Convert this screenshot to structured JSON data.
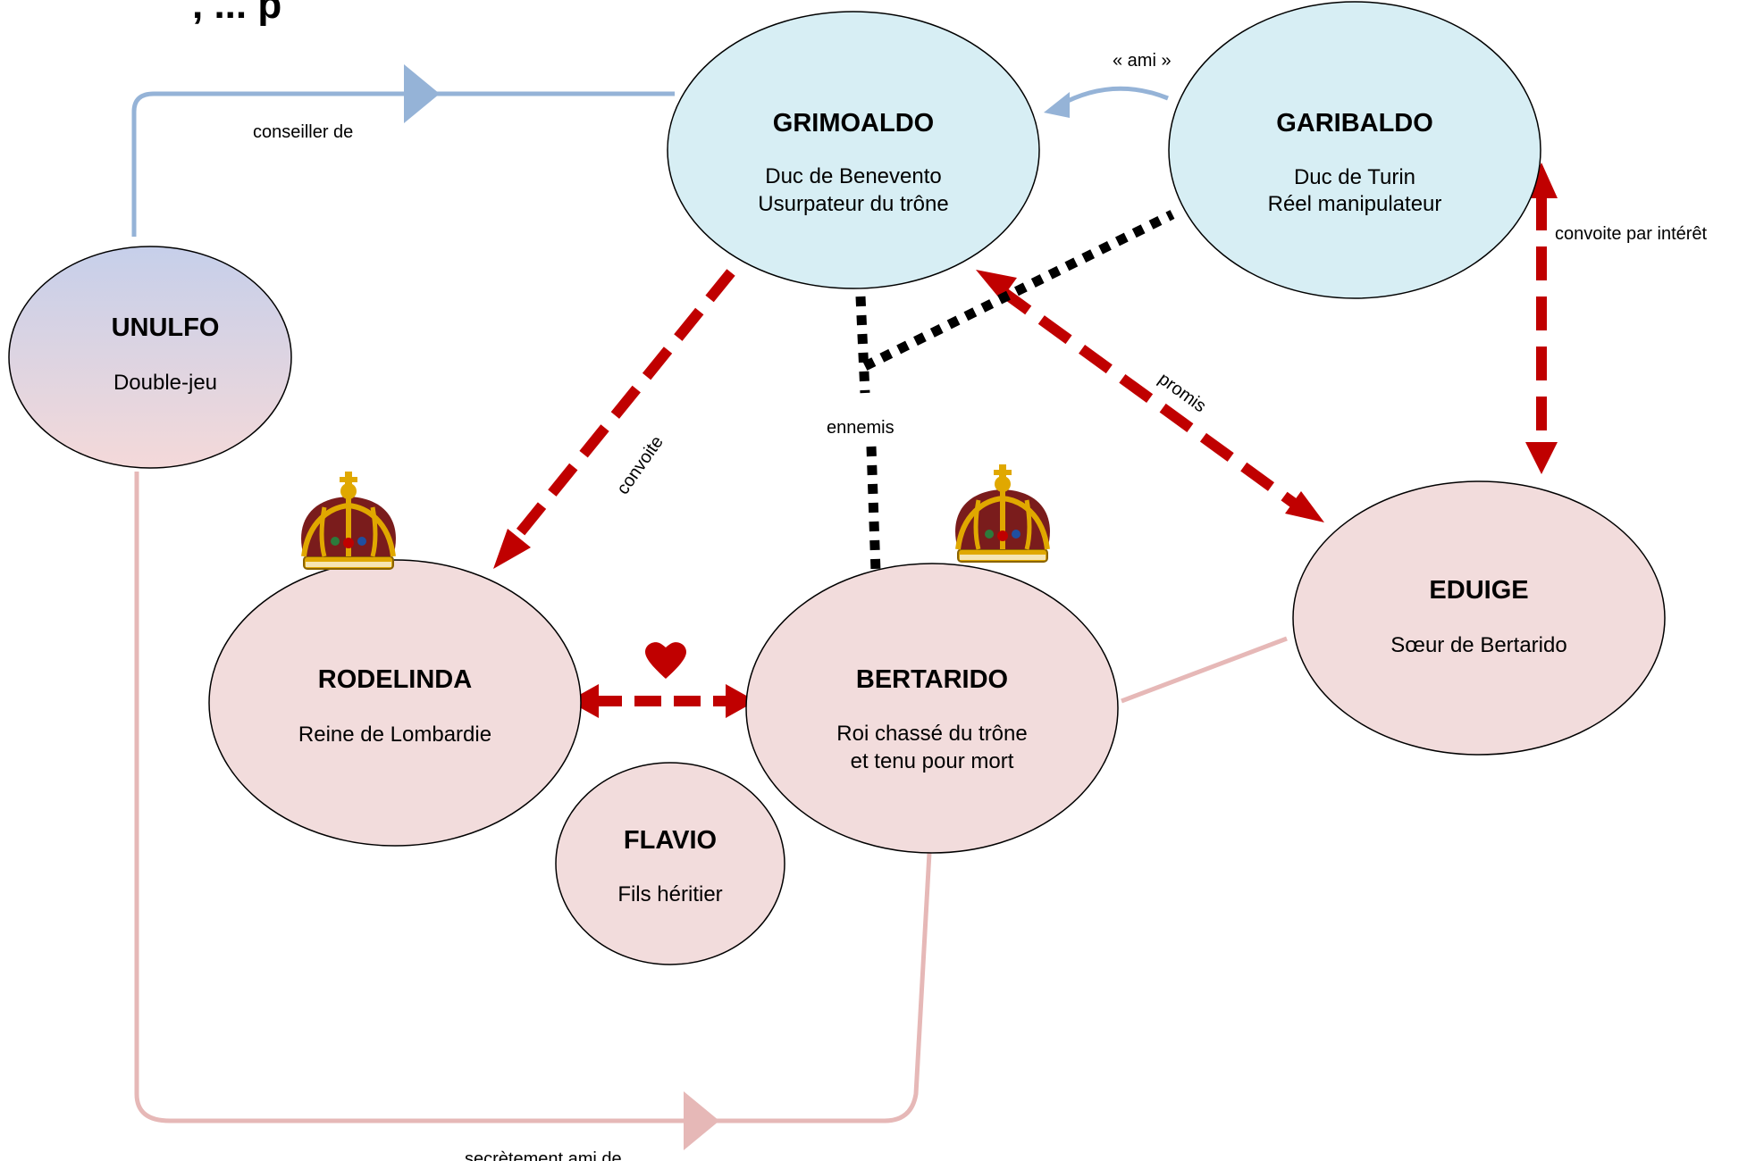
{
  "header": {
    "partial_title": ", ... p"
  },
  "colors": {
    "node_blue": "#d7eef4",
    "node_pink": "#f2dcdc",
    "unulfo_top": "#c6cfea",
    "unulfo_bottom": "#f4d9d9",
    "arrow_red": "#c00000",
    "dotted_black": "#000000",
    "line_blue": "#95b3d7",
    "line_pink": "#e6b8b7",
    "crown_gold": "#e0a800",
    "crown_velvet": "#7a1c1c",
    "heart": "#c00000"
  },
  "nodes": {
    "grimoaldo": {
      "name": "GRIMOALDO",
      "line1": "Duc de Benevento",
      "line2": "Usurpateur du trône"
    },
    "garibaldo": {
      "name": "GARIBALDO",
      "line1": "Duc de Turin",
      "line2": "Réel manipulateur"
    },
    "unulfo": {
      "name": "UNULFO",
      "line1": "Double-jeu"
    },
    "rodelinda": {
      "name": "RODELINDA",
      "line1": "Reine de Lombardie"
    },
    "bertarido": {
      "name": "BERTARIDO",
      "line1": "Roi chassé du trône",
      "line2": "et tenu pour mort"
    },
    "eduige": {
      "name": "EDUIGE",
      "line1": "Sœur de Bertarido"
    },
    "flavio": {
      "name": "FLAVIO",
      "line1": "Fils héritier"
    }
  },
  "edges": {
    "conseiller": "conseiller de",
    "ami": "« ami »",
    "convoite": "convoite",
    "ennemis": "ennemis",
    "promis": "promis",
    "convoite_interet": "convoite par intérêt",
    "secretement": "secrètement ami de"
  },
  "icons": {
    "crown": "crown-icon",
    "heart": "heart-icon"
  }
}
